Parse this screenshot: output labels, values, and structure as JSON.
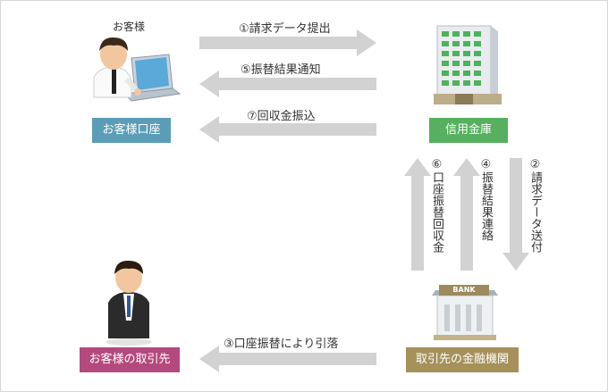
{
  "actors": {
    "customer_heading": "お客様",
    "customer_account_label": "お客様口座",
    "credit_union_label": "信用金庫",
    "customer_partner_label": "お客様の取引先",
    "partner_bank_label": "取引先の金融機関",
    "bank_sign_text": "BANK"
  },
  "flows": {
    "step1": "①請求データ提出",
    "step5": "⑤振替結果通知",
    "step7": "⑦回収金振込",
    "step3": "③口座振替により引落",
    "step6": "⑥口座振替回収金",
    "step4": "④振替結果連絡",
    "step2": "②請求データ送付"
  },
  "colors": {
    "customer_account_box": "#5b9db7",
    "credit_union_box": "#56b05f",
    "customer_partner_box": "#b4497e",
    "partner_bank_box": "#a6915a",
    "arrow": "#d2d2d2"
  }
}
